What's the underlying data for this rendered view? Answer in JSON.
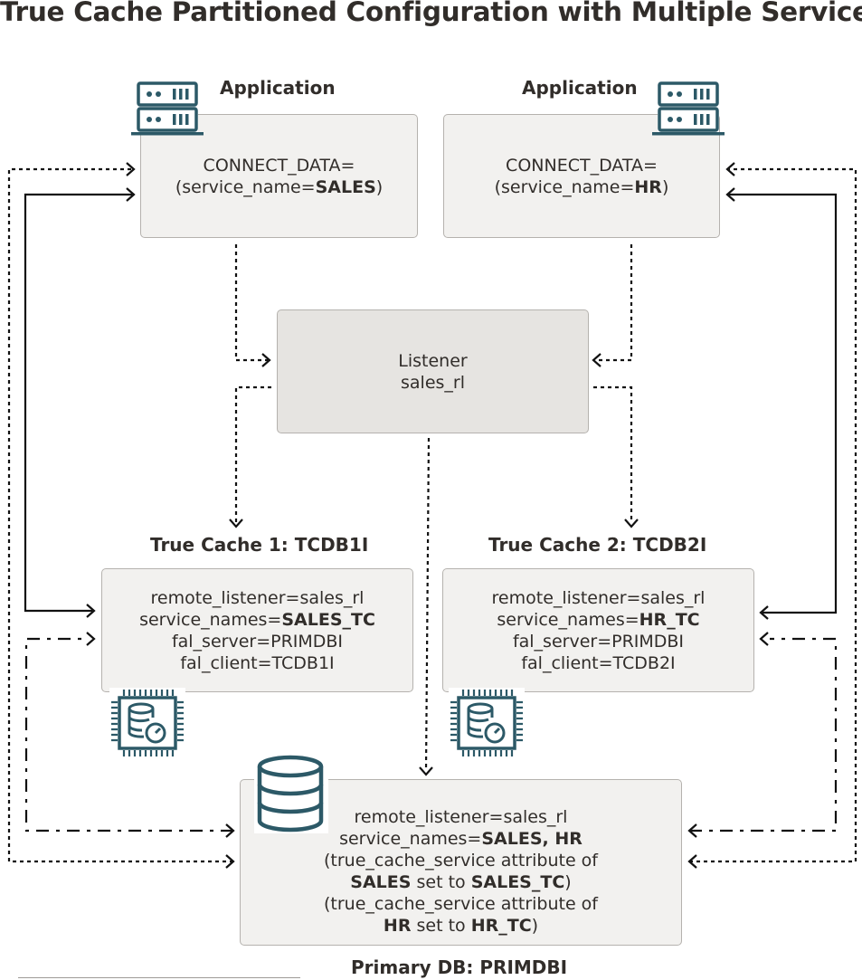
{
  "title": "True Cache Partitioned Configuration with Multiple Services",
  "colors": {
    "accent": "#2c5967",
    "box_fill": "#f2f1ef",
    "listener_fill": "#e6e4e1",
    "text": "#312d2a",
    "border": "#b5b2ae"
  },
  "app_left": {
    "label": "Application",
    "icon": "server-icon",
    "line1": "CONNECT_DATA=",
    "line2_pre": "(service_name=",
    "line2_bold": "SALES",
    "line2_post": ")"
  },
  "app_right": {
    "label": "Application",
    "icon": "server-icon",
    "line1": "CONNECT_DATA=",
    "line2_pre": "(service_name=",
    "line2_bold": "HR",
    "line2_post": ")"
  },
  "listener": {
    "line1": "Listener",
    "line2": "sales_rl"
  },
  "cache1": {
    "label": "True Cache 1: TCDB1I",
    "icon": "database-chip-icon",
    "line1": "remote_listener=sales_rl",
    "line2_pre": "service_names=",
    "line2_bold": "SALES_TC",
    "line3": "fal_server=PRIMDBI",
    "line4": "fal_client=TCDB1I"
  },
  "cache2": {
    "label": "True Cache 2: TCDB2I",
    "icon": "database-chip-icon",
    "line1": "remote_listener=sales_rl",
    "line2_pre": "service_names=",
    "line2_bold": "HR_TC",
    "line3": "fal_server=PRIMDBI",
    "line4": "fal_client=TCDB2I"
  },
  "primary": {
    "label": "Primary DB: PRIMDBI",
    "icon": "database-icon",
    "line1": "remote_listener=sales_rl",
    "line2_pre": "service_names=",
    "line2_bold": "SALES, HR",
    "line3": "(true_cache_service attribute of",
    "line4_b1": "SALES",
    "line4_mid": " set to ",
    "line4_b2": "SALES_TC",
    "line4_post": ")",
    "line5": "(true_cache_service attribute of",
    "line6_b1": "HR",
    "line6_mid": " set to ",
    "line6_b2": "HR_TC",
    "line6_post": ")"
  }
}
